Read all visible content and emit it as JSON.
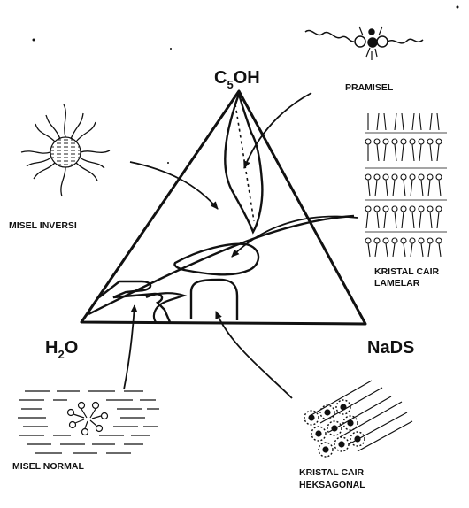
{
  "vertices": {
    "top": {
      "main": "C",
      "sub": "5",
      "tail": "OH"
    },
    "left": {
      "main": "H",
      "sub": "2",
      "tail": "O"
    },
    "right": {
      "main": "NaDS",
      "sub": "",
      "tail": ""
    }
  },
  "labels": {
    "pramisel": "PRAMISEL",
    "misel_inversi": "MISEL INVERSI",
    "kristal_lamelar_1": "KRISTAL CAIR",
    "kristal_lamelar_2": "LAMELAR",
    "misel_normal": "MISEL NORMAL",
    "kristal_heksagonal_1": "KRISTAL CAIR",
    "kristal_heksagonal_2": "HEKSAGONAL"
  }
}
